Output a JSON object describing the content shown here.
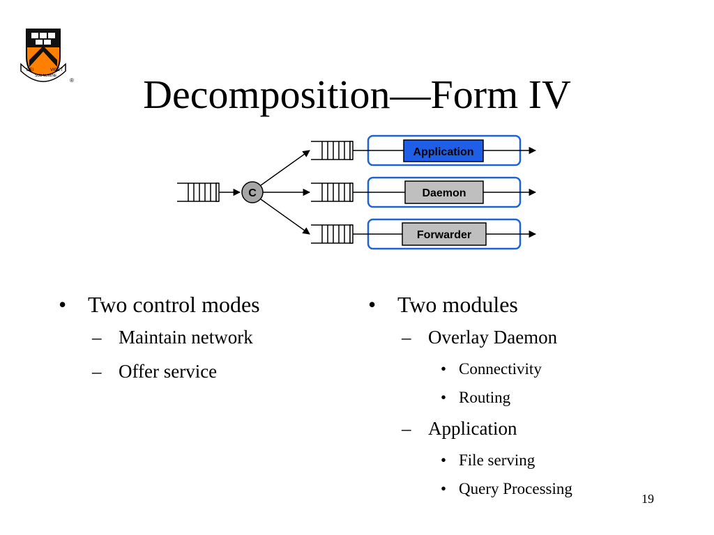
{
  "slide": {
    "title": "Decomposition—Form IV",
    "page_number": "19"
  },
  "logo": {
    "name": "princeton-crest-icon",
    "motto": [
      "DEI",
      "SUB NUMINE",
      "VIGET"
    ],
    "mark": "®"
  },
  "diagram": {
    "controller_label": "C",
    "modules": [
      {
        "label": "Application",
        "highlighted": true
      },
      {
        "label": "Daemon",
        "highlighted": false
      },
      {
        "label": "Forwarder",
        "highlighted": false
      }
    ],
    "colors": {
      "frame_border": "#1e63d6",
      "highlight_fill": "#1f5fe8",
      "module_fill": "#bfbfbf",
      "controller_fill": "#a6a6a6"
    }
  },
  "bullets": {
    "left": [
      {
        "level": 1,
        "marker": "•",
        "text": "Two control modes"
      },
      {
        "level": 2,
        "marker": "–",
        "text": "Maintain network"
      },
      {
        "level": 2,
        "marker": "–",
        "text": "Offer service"
      }
    ],
    "right": [
      {
        "level": 1,
        "marker": "•",
        "text": "Two modules"
      },
      {
        "level": 2,
        "marker": "–",
        "text": "Overlay Daemon"
      },
      {
        "level": 3,
        "marker": "•",
        "text": "Connectivity"
      },
      {
        "level": 3,
        "marker": "•",
        "text": "Routing"
      },
      {
        "level": 2,
        "marker": "–",
        "text": "Application"
      },
      {
        "level": 3,
        "marker": "•",
        "text": "File serving"
      },
      {
        "level": 3,
        "marker": "•",
        "text": "Query Processing"
      }
    ]
  }
}
